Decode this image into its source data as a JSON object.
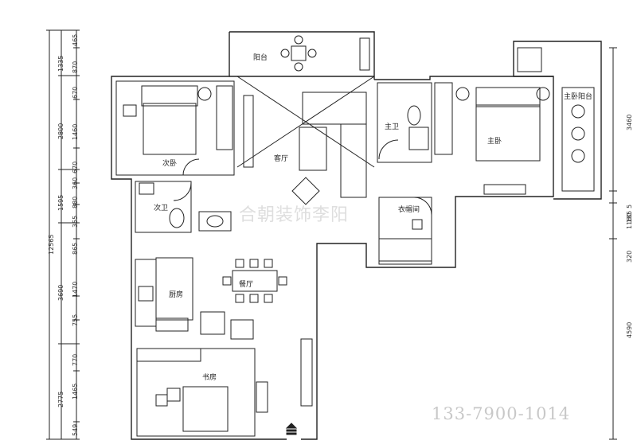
{
  "rooms": {
    "balcony": "阳台",
    "second_bedroom": "次卧",
    "living_room": "客厅",
    "master_bath": "主卫",
    "master_bedroom": "主卧",
    "master_balcony": "主卧阳台",
    "second_bath": "次卫",
    "cloakroom": "衣帽间",
    "kitchen": "厨房",
    "dining_room": "餐厅",
    "study": "书房"
  },
  "dimensions_left_outer": [
    "12565"
  ],
  "dimensions_left_middle": [
    "1335",
    "2800",
    "1595",
    "3690",
    "2775"
  ],
  "dimensions_left_inner": [
    "465",
    "870",
    "670",
    "1460",
    "670",
    "360",
    "880",
    "355",
    "865",
    "1470",
    "755",
    "770",
    "1465",
    "549"
  ],
  "dimensions_right": [
    "3460",
    "5",
    "185",
    "1160",
    "320",
    "4590"
  ],
  "phone": "133-7900-1014",
  "watermark": "合朝装饰李阳",
  "colors": {
    "line": "#222222",
    "watermark": "#dedede"
  },
  "entrance_icon": "entrance-arrow-icon"
}
